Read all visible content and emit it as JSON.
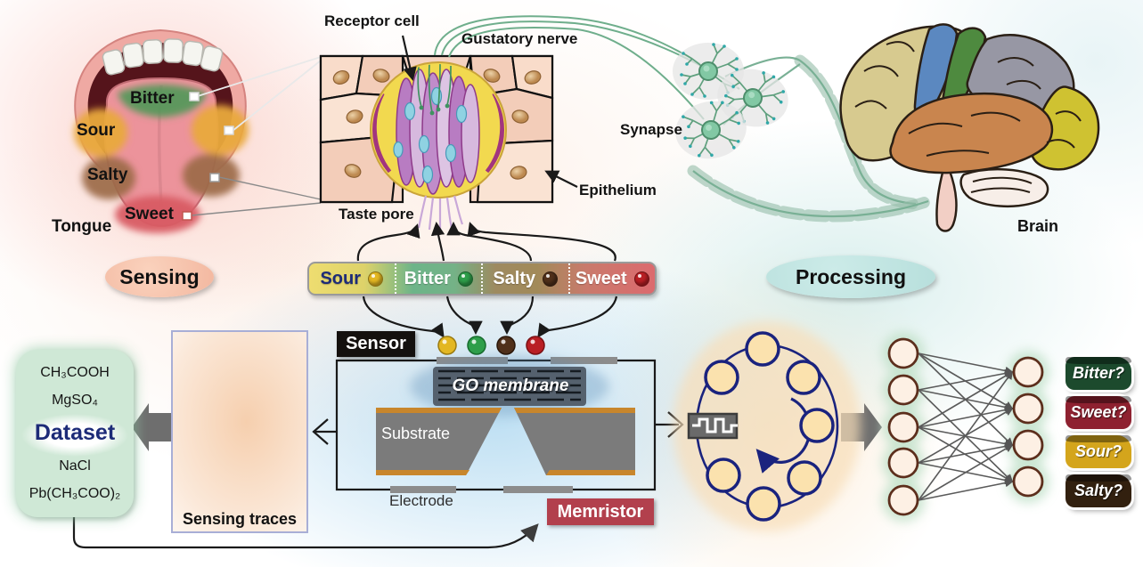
{
  "stages": {
    "sensing": "Sensing",
    "processing": "Processing"
  },
  "anatomy": {
    "tongue_label": "Tongue",
    "zones": [
      {
        "label": "Bitter",
        "color": "#4f9858"
      },
      {
        "label": "Sour",
        "color": "#e9a93c"
      },
      {
        "label": "Salty",
        "color": "#9c6a48"
      },
      {
        "label": "Sweet",
        "color": "#d85b63"
      }
    ],
    "receptor_cell": "Receptor cell",
    "gustatory_nerve": "Gustatory nerve",
    "epithelium": "Epithelium",
    "taste_pore": "Taste pore",
    "synapse": "Synapse",
    "brain": "Brain"
  },
  "taste_bar": {
    "segments": [
      {
        "label": "Sour",
        "text_color": "#1d2b78",
        "dot_color": "#e3b722"
      },
      {
        "label": "Bitter",
        "text_color": "#ffffff",
        "dot_color": "#2e9e4a"
      },
      {
        "label": "Salty",
        "text_color": "#ffffff",
        "dot_color": "#50301a"
      },
      {
        "label": "Sweet",
        "text_color": "#ffffff",
        "dot_color": "#b91f24"
      }
    ]
  },
  "dataset": {
    "title": "Dataset",
    "chemicals_top": [
      "CH₃COOH",
      "MgSO₄"
    ],
    "chemicals_bottom": [
      "NaCl",
      "Pb(CH₃COO)₂"
    ]
  },
  "traces_panel": {
    "caption": "Sensing traces"
  },
  "device": {
    "sensor_label": "Sensor",
    "go_membrane_label": "GO membrane",
    "substrate_label": "Substrate",
    "electrode_label": "Electrode",
    "memristor_label": "Memristor"
  },
  "classifier": {
    "outputs": [
      {
        "label": "Bitter?",
        "color": "#1c4a2d"
      },
      {
        "label": "Sweet?",
        "color": "#8e2130"
      },
      {
        "label": "Sour?",
        "color": "#d4a51c"
      },
      {
        "label": "Salty?",
        "color": "#32200f"
      }
    ]
  }
}
